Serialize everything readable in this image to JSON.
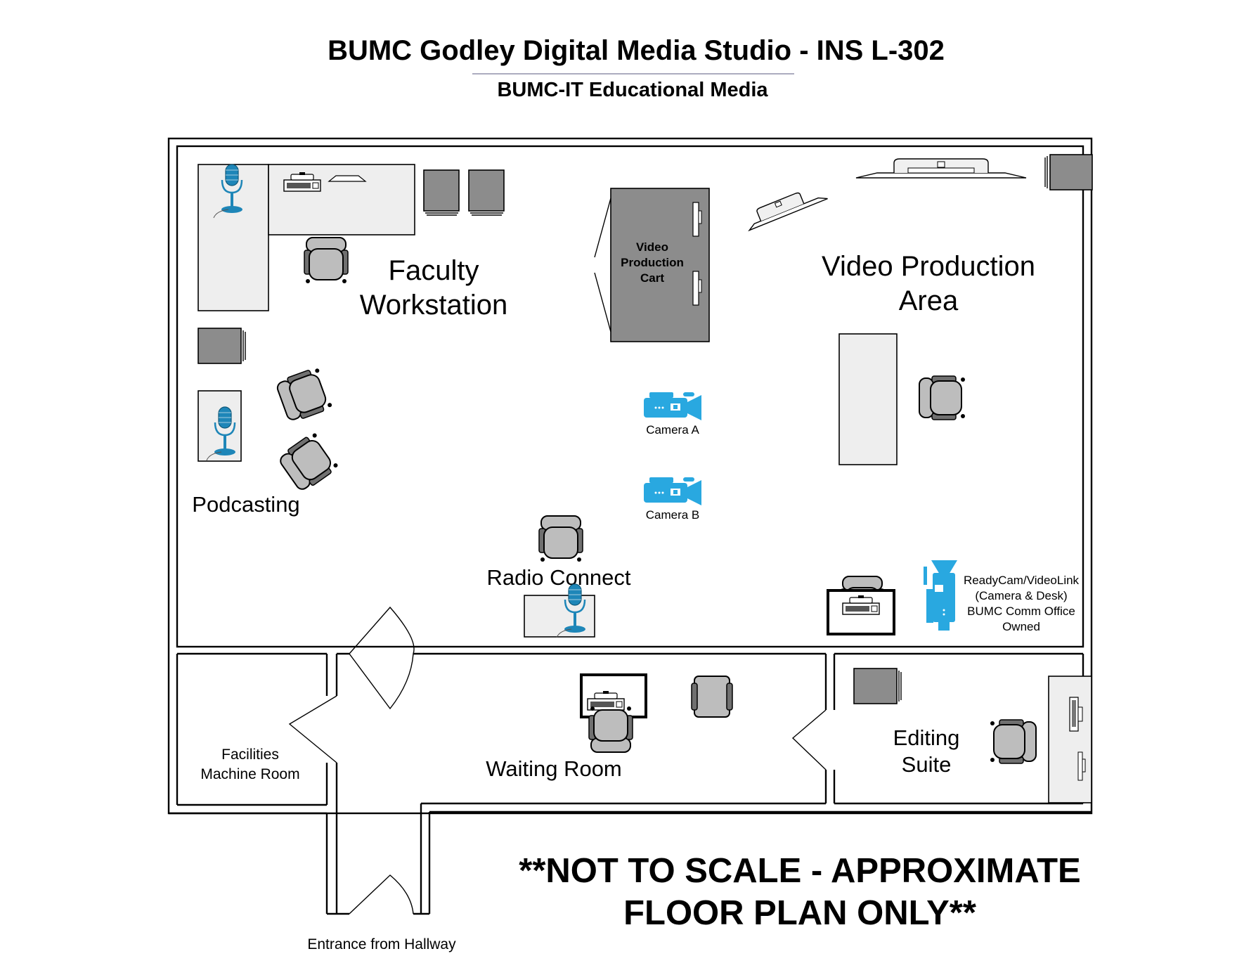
{
  "header": {
    "title": "BUMC Godley Digital Media Studio - INS L-302",
    "subtitle": "BUMC-IT Educational Media"
  },
  "rooms": {
    "faculty_workstation": [
      "Faculty",
      "Workstation"
    ],
    "video_production_area": [
      "Video Production",
      "Area"
    ],
    "podcasting": "Podcasting",
    "radio_connect": "Radio Connect",
    "waiting_room": "Waiting Room",
    "editing_suite": [
      "Editing",
      "Suite"
    ],
    "facilities_machine_room": [
      "Facilities",
      "Machine Room"
    ]
  },
  "equipment": {
    "video_cart": [
      "Video",
      "Production",
      "Cart"
    ],
    "camera_a": "Camera A",
    "camera_b": "Camera B",
    "readycam": [
      "ReadyCam/VideoLink",
      "(Camera & Desk)",
      "BUMC Comm Office",
      "Owned"
    ]
  },
  "entrance": "Entrance from Hallway",
  "disclaimer": [
    "**NOT TO SCALE - APPROXIMATE",
    "FLOOR PLAN ONLY**"
  ],
  "colors": {
    "camera": "#29a8e0",
    "microphone": "#1e86b8",
    "furniture_dark": "#8c8c8c",
    "furniture_light": "#eeeeee"
  },
  "icons": [
    "microphone-icon",
    "video-camera-icon",
    "office-chair-icon",
    "computer-icon",
    "monitor-icon",
    "projector-icon"
  ]
}
